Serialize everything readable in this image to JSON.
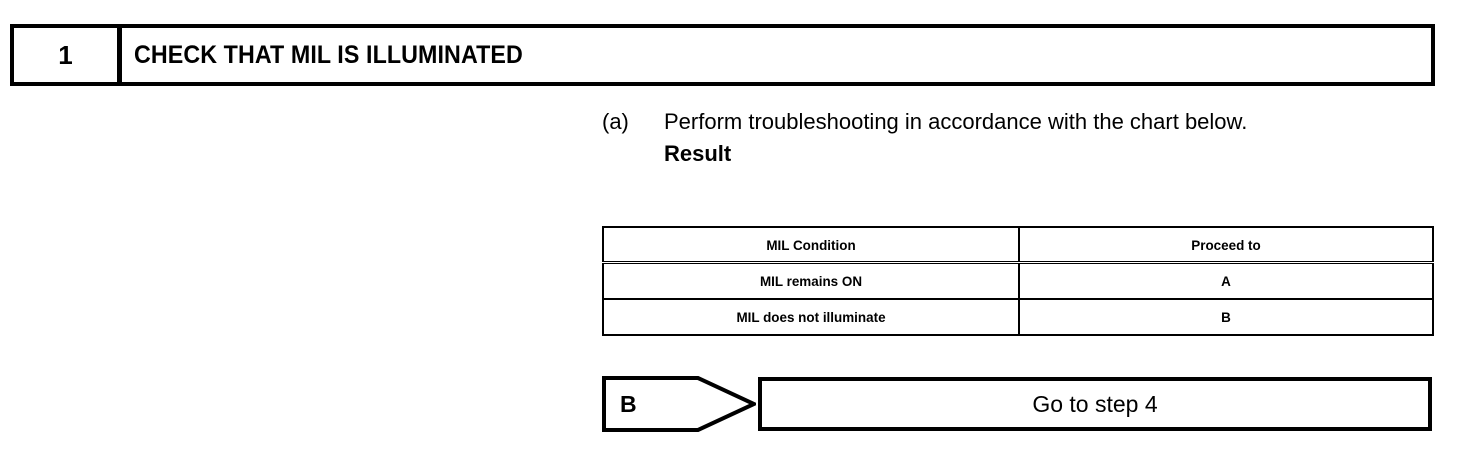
{
  "step_header": {
    "number": "1",
    "title": "CHECK THAT MIL IS ILLUMINATED"
  },
  "procedure": {
    "marker": "(a)",
    "text": "Perform troubleshooting in accordance with the chart below.",
    "subhead": "Result"
  },
  "result_table": {
    "columns": [
      "MIL Condition",
      "Proceed to"
    ],
    "rows": [
      {
        "condition": "MIL remains ON",
        "proceed_to": "A"
      },
      {
        "condition": "MIL does not illuminate",
        "proceed_to": "B"
      }
    ]
  },
  "flow": {
    "branch_label": "B",
    "destination": "Go to step 4"
  },
  "colors": {
    "ink": "#000000",
    "paper": "#ffffff"
  }
}
